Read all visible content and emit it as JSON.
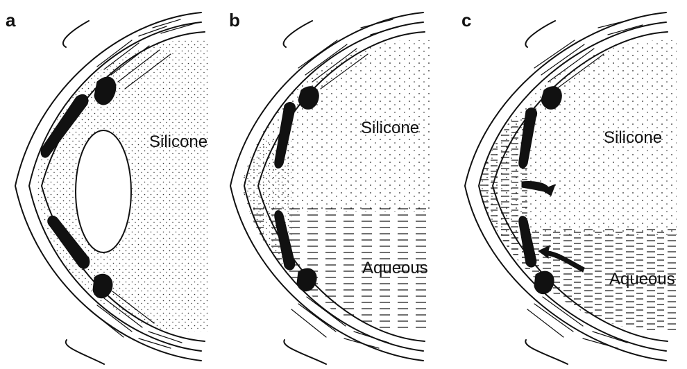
{
  "panels": [
    {
      "letter": "a",
      "labels": [
        "Silicone"
      ]
    },
    {
      "letter": "b",
      "labels": [
        "Silicone",
        "Aqueous"
      ]
    },
    {
      "letter": "c",
      "labels": [
        "Silicone",
        "Aqueous"
      ]
    }
  ],
  "colors": {
    "ink": "#111111",
    "background": "#ffffff"
  }
}
